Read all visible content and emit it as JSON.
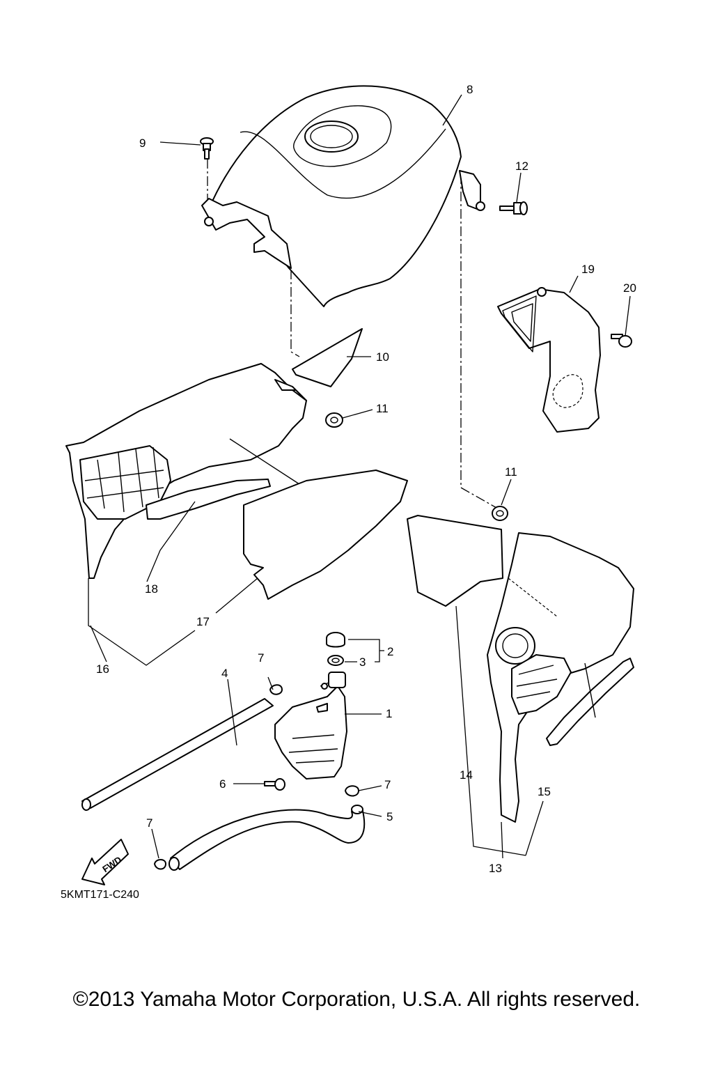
{
  "diagram": {
    "code": "5KMT171-C240",
    "fwd_label": "FWD",
    "callouts": [
      "1",
      "2",
      "3",
      "4",
      "5",
      "6",
      "7",
      "7",
      "7",
      "8",
      "9",
      "10",
      "11",
      "11",
      "12",
      "13",
      "14",
      "15",
      "16",
      "17",
      "18",
      "19",
      "20"
    ]
  },
  "footer": {
    "copyright": "©2013 Yamaha Motor Corporation, U.S.A. All rights reserved."
  }
}
